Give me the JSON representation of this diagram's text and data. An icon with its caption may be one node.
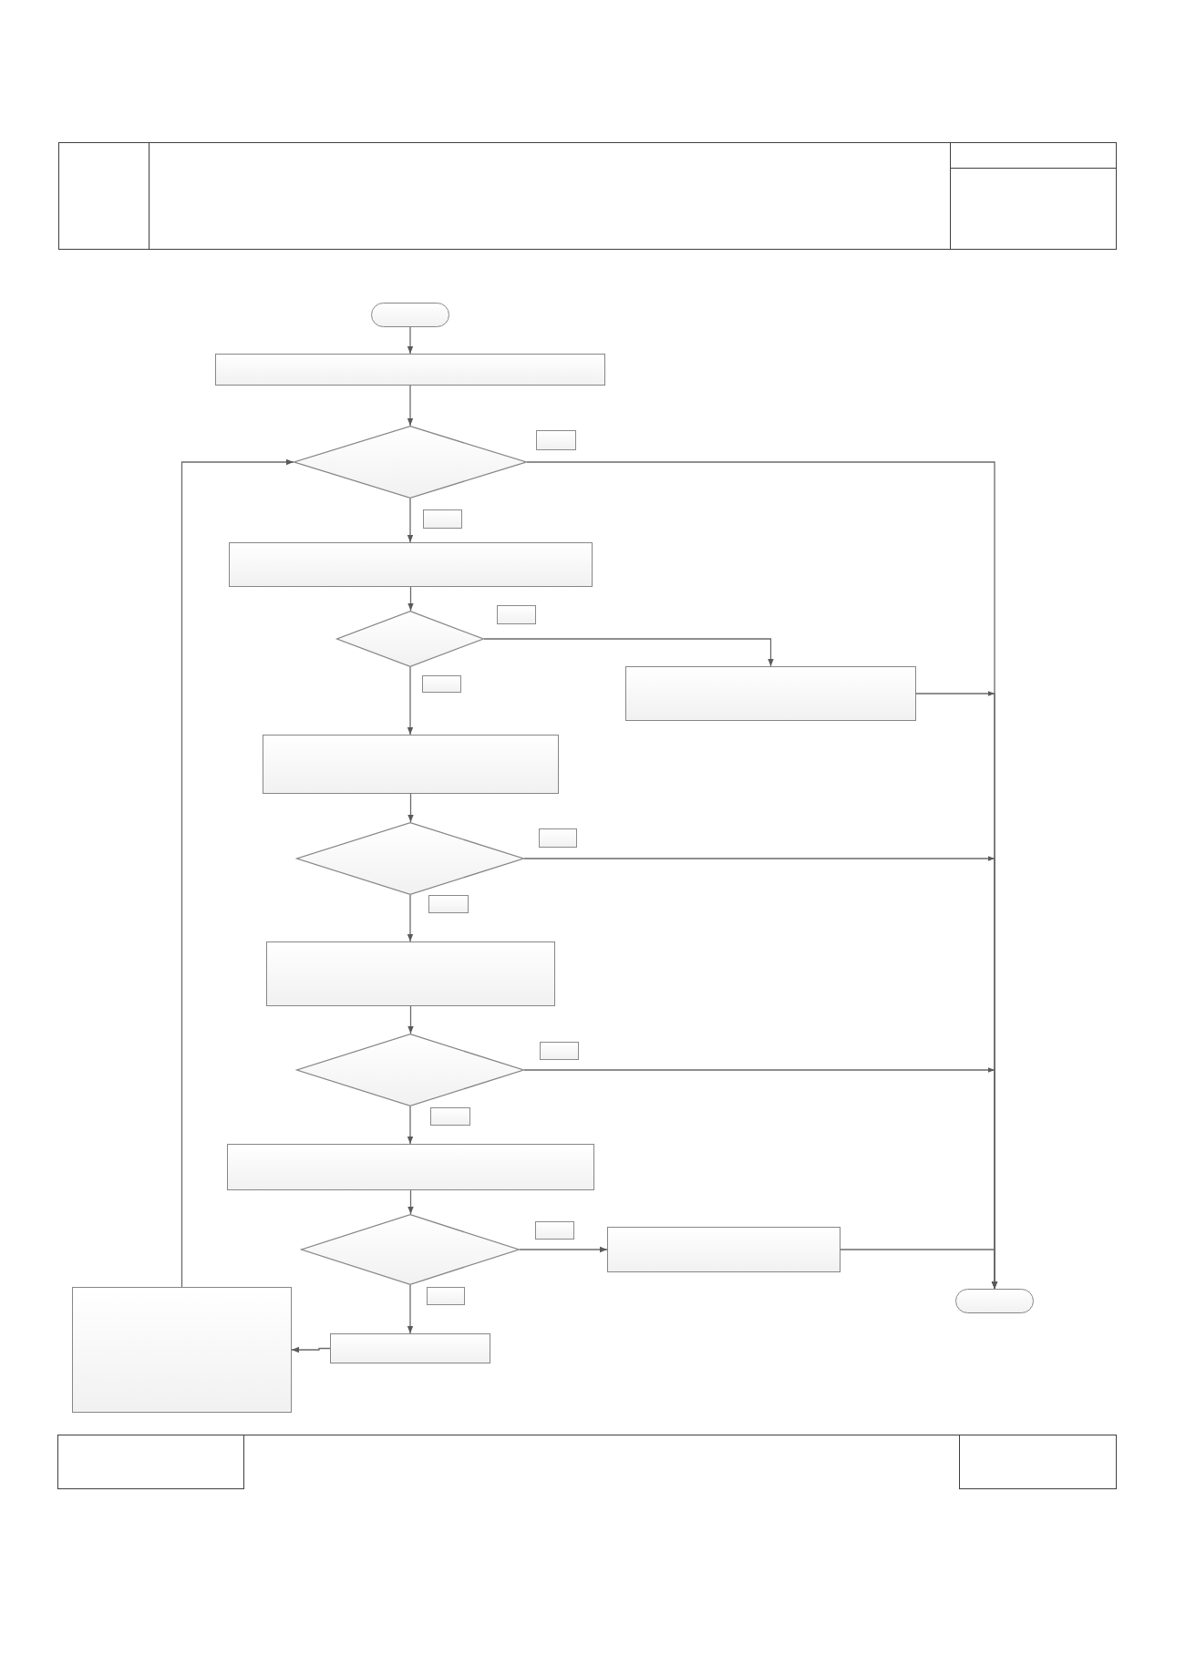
{
  "diagram": {
    "nodes": [
      {
        "text": [],
        "shape": "oval"
      },
      {
        "text": [],
        "shape": "box"
      },
      {
        "text": [],
        "shape": "diamond"
      },
      {
        "text": [],
        "shape": "box"
      },
      {
        "text": [],
        "shape": "diamond"
      },
      {
        "text": [],
        "shape": "box"
      },
      {
        "text": [],
        "shape": "box"
      },
      {
        "text": [],
        "shape": "diamond"
      },
      {
        "text": [],
        "shape": "box"
      },
      {
        "text": [],
        "shape": "diamond"
      },
      {
        "text": [],
        "shape": "box"
      },
      {
        "text": [],
        "shape": "diamond"
      },
      {
        "text": [],
        "shape": "box"
      },
      {
        "text": [],
        "shape": "oval"
      },
      {
        "text": [],
        "shape": "box"
      },
      {
        "text": [],
        "shape": "box"
      }
    ],
    "edges": [
      {
        "from": 0,
        "to": 1,
        "arrow": "to"
      },
      {
        "from": 1,
        "to": 2,
        "arrow": "to"
      },
      {
        "from": 2,
        "to": 3,
        "arrow": "to"
      },
      {
        "from": 2,
        "to": 13,
        "arrow": "to"
      },
      {
        "from": 3,
        "to": 4,
        "arrow": "to"
      },
      {
        "from": 4,
        "to": 5,
        "arrow": "to"
      },
      {
        "from": 4,
        "to": 6,
        "arrow": "to"
      },
      {
        "from": 5,
        "to": 13,
        "arrow": "to"
      },
      {
        "from": 6,
        "to": 7,
        "arrow": "to"
      },
      {
        "from": 7,
        "to": 13,
        "arrow": "to"
      },
      {
        "from": 7,
        "to": 8,
        "arrow": "to"
      },
      {
        "from": 8,
        "to": 9,
        "arrow": "to"
      },
      {
        "from": 9,
        "to": 13,
        "arrow": "to"
      },
      {
        "from": 9,
        "to": 10,
        "arrow": "to"
      },
      {
        "from": 10,
        "to": 11,
        "arrow": "to"
      },
      {
        "from": 11,
        "to": 12,
        "arrow": "to"
      },
      {
        "from": 11,
        "to": 14,
        "arrow": "to"
      },
      {
        "from": 12,
        "to": 13,
        "arrow": "to"
      },
      {
        "from": 14,
        "to": 15,
        "arrow": "to"
      },
      {
        "from": 15,
        "to": 2,
        "arrow": "to"
      }
    ]
  }
}
